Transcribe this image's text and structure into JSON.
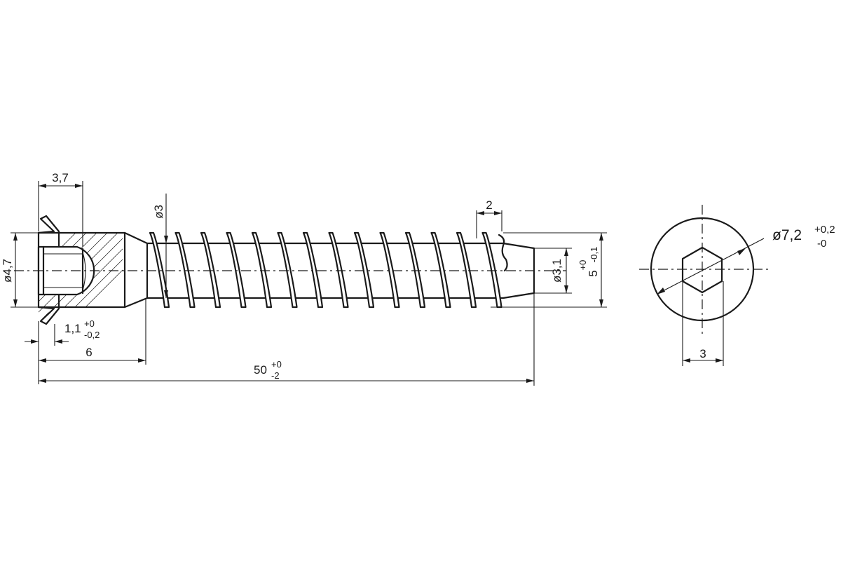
{
  "drawing": {
    "dimensions": {
      "head_length": {
        "value": "3,7"
      },
      "head_diameter": {
        "value": "ø4,7"
      },
      "recess_depth": {
        "value": "1,1",
        "tol_plus": "+0",
        "tol_minus": "-0,2"
      },
      "shank_length": {
        "value": "6"
      },
      "total_length": {
        "value": "50",
        "tol_plus": "+0",
        "tol_minus": "-2"
      },
      "thread_diameter": {
        "value": "ø3"
      },
      "tip_length": {
        "value": "2"
      },
      "tip_diameter": {
        "value": "ø3,1"
      },
      "outer_diameter": {
        "value": "5",
        "tol_plus": "+0",
        "tol_minus": "-0,1"
      },
      "end_view_diameter": {
        "value": "ø7,2",
        "tol_plus": "+0,2",
        "tol_minus": "-0"
      },
      "hex_size": {
        "value": "3"
      }
    }
  }
}
